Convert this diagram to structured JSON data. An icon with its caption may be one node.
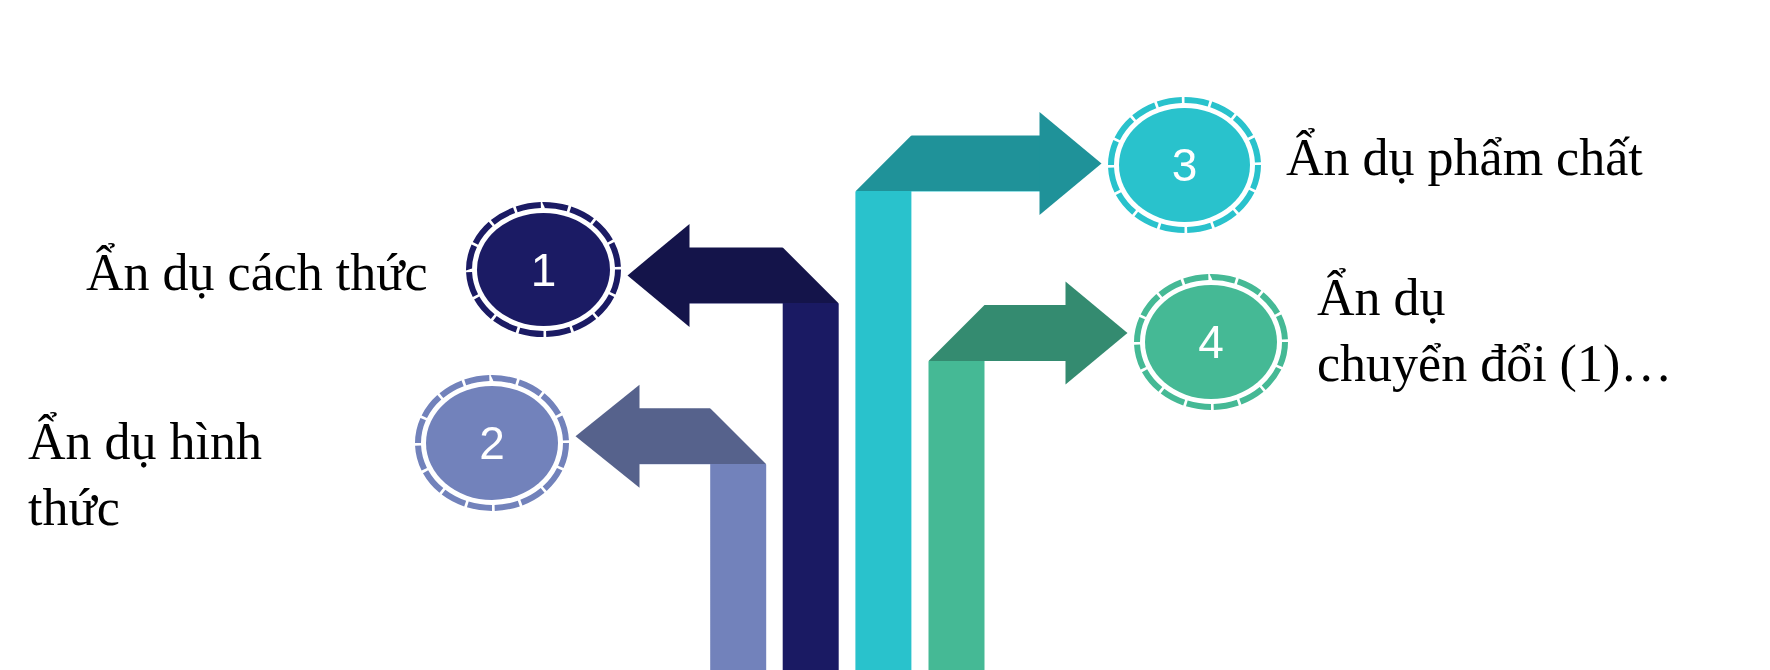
{
  "diagram": {
    "nodes": [
      {
        "text": [
          "1"
        ],
        "beside": [
          "Ẩn dụ cách thức"
        ]
      },
      {
        "text": [
          "2"
        ],
        "beside": [
          "Ẩn dụ hình thức"
        ]
      },
      {
        "text": [
          "3"
        ],
        "beside": [
          "Ẩn dụ phẩm chất"
        ]
      },
      {
        "text": [
          "4"
        ],
        "beside": [
          "Ẩn dụ chuyển đổi (1)…"
        ]
      }
    ],
    "edges": [
      {
        "from": null,
        "to": 0,
        "arrow": "to",
        "color": "#1a1a63"
      },
      {
        "from": null,
        "to": 1,
        "arrow": "to",
        "color": "#7282bb"
      },
      {
        "from": null,
        "to": 2,
        "arrow": "to",
        "color": "#29c2cc"
      },
      {
        "from": null,
        "to": 3,
        "arrow": "to",
        "color": "#45b995"
      }
    ]
  }
}
